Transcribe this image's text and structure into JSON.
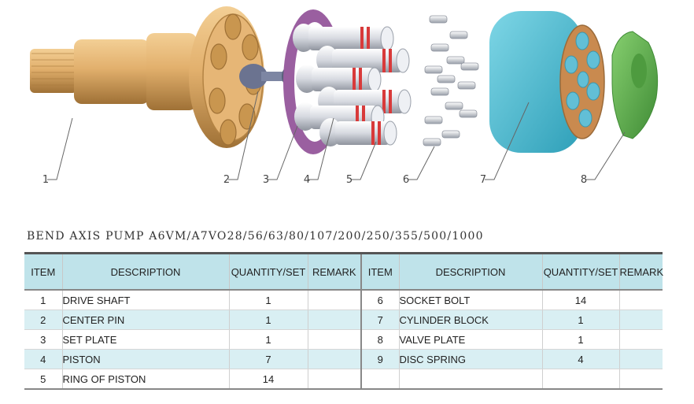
{
  "callouts": [
    "1",
    "2",
    "3",
    "4",
    "5",
    "6",
    "7",
    "8"
  ],
  "table": {
    "title": "BEND AXIS PUMP A6VM/A7VO28/56/63/80/107/200/250/355/500/1000",
    "headers": [
      "ITEM",
      "DESCRIPTION",
      "QUANTITY/SET",
      "REMARK",
      "ITEM",
      "DESCRIPTION",
      "QUANTITY/SET",
      "REMARK"
    ],
    "rows": [
      {
        "left": {
          "item": "1",
          "description": "DRIVE SHAFT",
          "quantity": "1",
          "remark": ""
        },
        "right": {
          "item": "6",
          "description": "SOCKET BOLT",
          "quantity": "14",
          "remark": ""
        }
      },
      {
        "left": {
          "item": "2",
          "description": "CENTER PIN",
          "quantity": "1",
          "remark": ""
        },
        "right": {
          "item": "7",
          "description": "CYLINDER BLOCK",
          "quantity": "1",
          "remark": ""
        }
      },
      {
        "left": {
          "item": "3",
          "description": "SET PLATE",
          "quantity": "1",
          "remark": ""
        },
        "right": {
          "item": "8",
          "description": "VALVE PLATE",
          "quantity": "1",
          "remark": ""
        }
      },
      {
        "left": {
          "item": "4",
          "description": "PISTON",
          "quantity": "7",
          "remark": ""
        },
        "right": {
          "item": "9",
          "description": "DISC SPRING",
          "quantity": "4",
          "remark": ""
        }
      },
      {
        "left": {
          "item": "5",
          "description": "RING OF PISTON",
          "quantity": "14",
          "remark": ""
        },
        "right": {
          "item": "",
          "description": "",
          "quantity": "",
          "remark": ""
        }
      }
    ]
  },
  "colors": {
    "shaft": "#d9a765",
    "shaft_dark": "#a97a3c",
    "set_plate": "#9a5fa0",
    "piston": "#d8dbe2",
    "piston_ring": "#d83a3a",
    "center_pin": "#6b7390",
    "cylinder_block": "#4cb9cf",
    "cylinder_face": "#c98a4f",
    "bore": "#62bfd6",
    "valve_plate": "#5fae4f",
    "header_bg": "#bfe3ea",
    "stripe_bg": "#d9eff3"
  }
}
